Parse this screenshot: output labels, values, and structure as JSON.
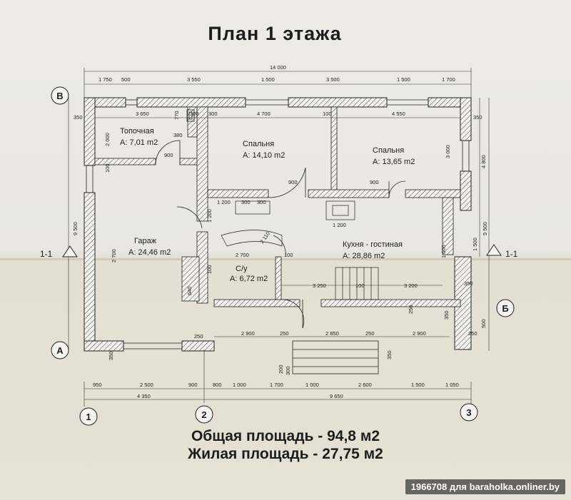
{
  "title": "План 1 этажа",
  "total_area": "Общая площадь - 94,8 м2",
  "living_area": "Жилая площадь - 27,75 м2",
  "watermark": "1966708 для baraholka.onliner.by",
  "axes": {
    "b_label": "В",
    "a_label": "А",
    "bb_label": "Б",
    "c1": "1",
    "c2": "2",
    "c3": "3"
  },
  "section_marks": {
    "left": "1-1",
    "right": "1-1"
  },
  "rooms": {
    "boiler": {
      "name": "Топочная",
      "area": "A: 7,01 m2"
    },
    "bedroom1": {
      "name": "Спальня",
      "area": "A: 14,10 m2"
    },
    "bedroom2": {
      "name": "Спальня",
      "area": "A: 13,65 m2"
    },
    "garage": {
      "name": "Гараж",
      "area": "A: 24,46 m2"
    },
    "bathroom": {
      "name": "С/у",
      "area": "A: 6,72 m2"
    },
    "kitchen": {
      "name": "Кухня - гостиная",
      "area": "A: 28,86 m2"
    }
  },
  "dims": {
    "top_total": "14 000",
    "top_chain": [
      "1 750",
      "500",
      "3 550",
      "1 500",
      "3 500",
      "1 500",
      "1 700"
    ],
    "inner_top": [
      "3 650",
      "770",
      "300",
      "4 700",
      "100",
      "4 550"
    ],
    "bottom_chain": [
      "950",
      "2 500",
      "900",
      "800",
      "1 000",
      "1 700",
      "1 000",
      "2 600",
      "1 500",
      "1 050"
    ],
    "bottom_totals": [
      "4 350",
      "9 650"
    ],
    "inner_bottom": [
      "2 900",
      "250",
      "2 850",
      "250",
      "2 900"
    ],
    "kitchen_inner": [
      "3 250",
      "100",
      "3 200",
      "1 200",
      "2 700"
    ],
    "doors": [
      "900",
      "900",
      "900"
    ],
    "left_side": [
      "9 500",
      "2 000",
      "100",
      "2 700",
      "350"
    ],
    "right_side": [
      "9 500",
      "4 800",
      "3 000",
      "1 500",
      "1 000",
      "500"
    ],
    "misc": [
      "350",
      "350",
      "350",
      "380",
      "1 200",
      "300",
      "300",
      "300",
      "2 110",
      "100",
      "350",
      "250",
      "250",
      "250",
      "640",
      "100",
      "300",
      "200",
      "1 200",
      "350"
    ]
  }
}
